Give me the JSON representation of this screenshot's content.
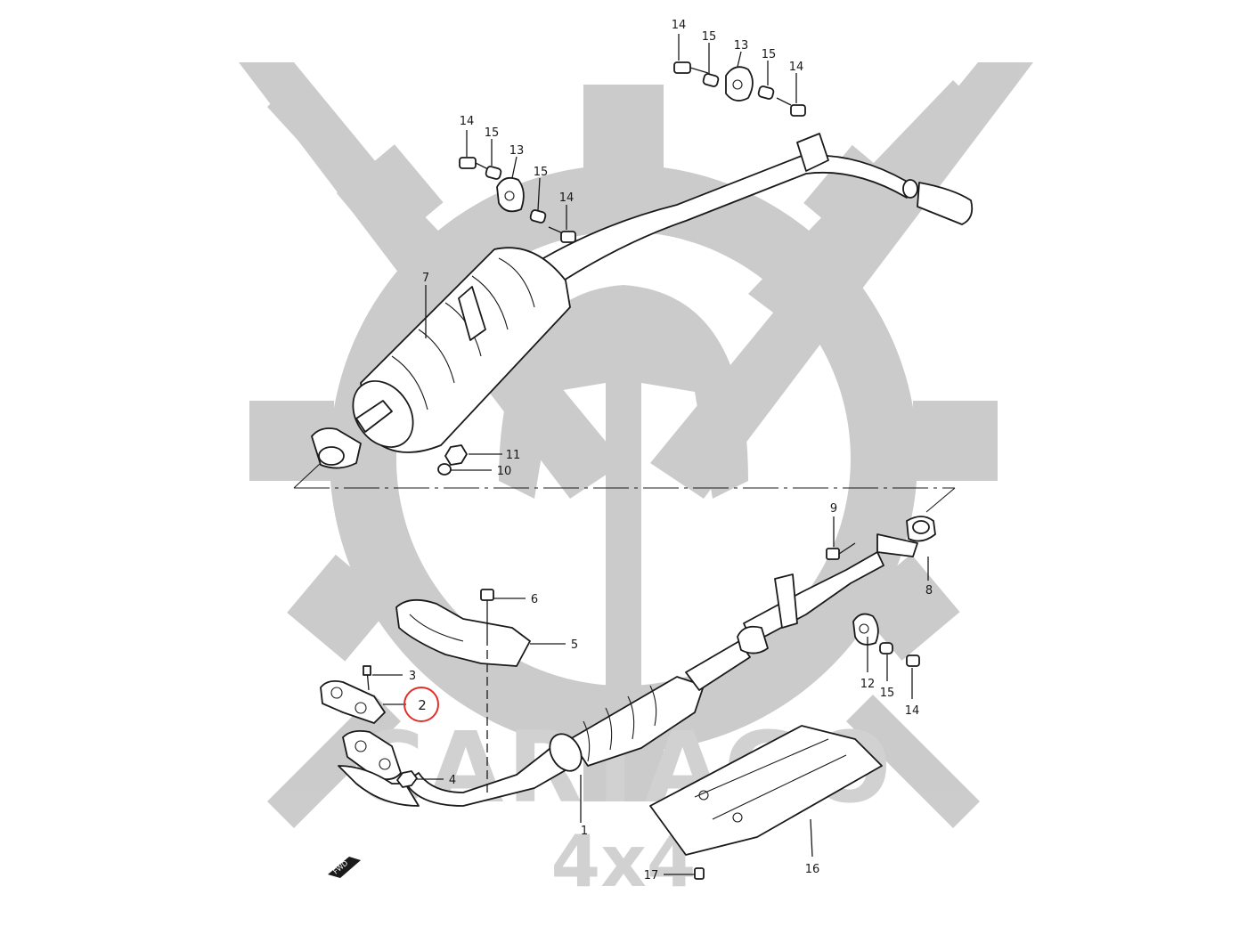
{
  "watermark": {
    "line1": "CARTAGO",
    "line2": "4x4",
    "color": "#c9c9c9"
  },
  "fwd_label": "FWD",
  "highlight": {
    "label": "2",
    "color": "#e0302a"
  },
  "callouts": [
    {
      "id": "c14a",
      "text": "14"
    },
    {
      "id": "c15a",
      "text": "15"
    },
    {
      "id": "c13a",
      "text": "13"
    },
    {
      "id": "c15b",
      "text": "15"
    },
    {
      "id": "c14b",
      "text": "14"
    },
    {
      "id": "c14c",
      "text": "14"
    },
    {
      "id": "c15c",
      "text": "15"
    },
    {
      "id": "c13b",
      "text": "13"
    },
    {
      "id": "c15d",
      "text": "15"
    },
    {
      "id": "c14d",
      "text": "14"
    },
    {
      "id": "c7",
      "text": "7"
    },
    {
      "id": "c11",
      "text": "11"
    },
    {
      "id": "c10",
      "text": "10"
    },
    {
      "id": "c9",
      "text": "9"
    },
    {
      "id": "c8",
      "text": "8"
    },
    {
      "id": "c6",
      "text": "6"
    },
    {
      "id": "c5",
      "text": "5"
    },
    {
      "id": "c3",
      "text": "3"
    },
    {
      "id": "c4",
      "text": "4"
    },
    {
      "id": "c1",
      "text": "1"
    },
    {
      "id": "c12",
      "text": "12"
    },
    {
      "id": "c15e",
      "text": "15"
    },
    {
      "id": "c14e",
      "text": "14"
    },
    {
      "id": "c16",
      "text": "16"
    },
    {
      "id": "c17",
      "text": "17"
    }
  ]
}
